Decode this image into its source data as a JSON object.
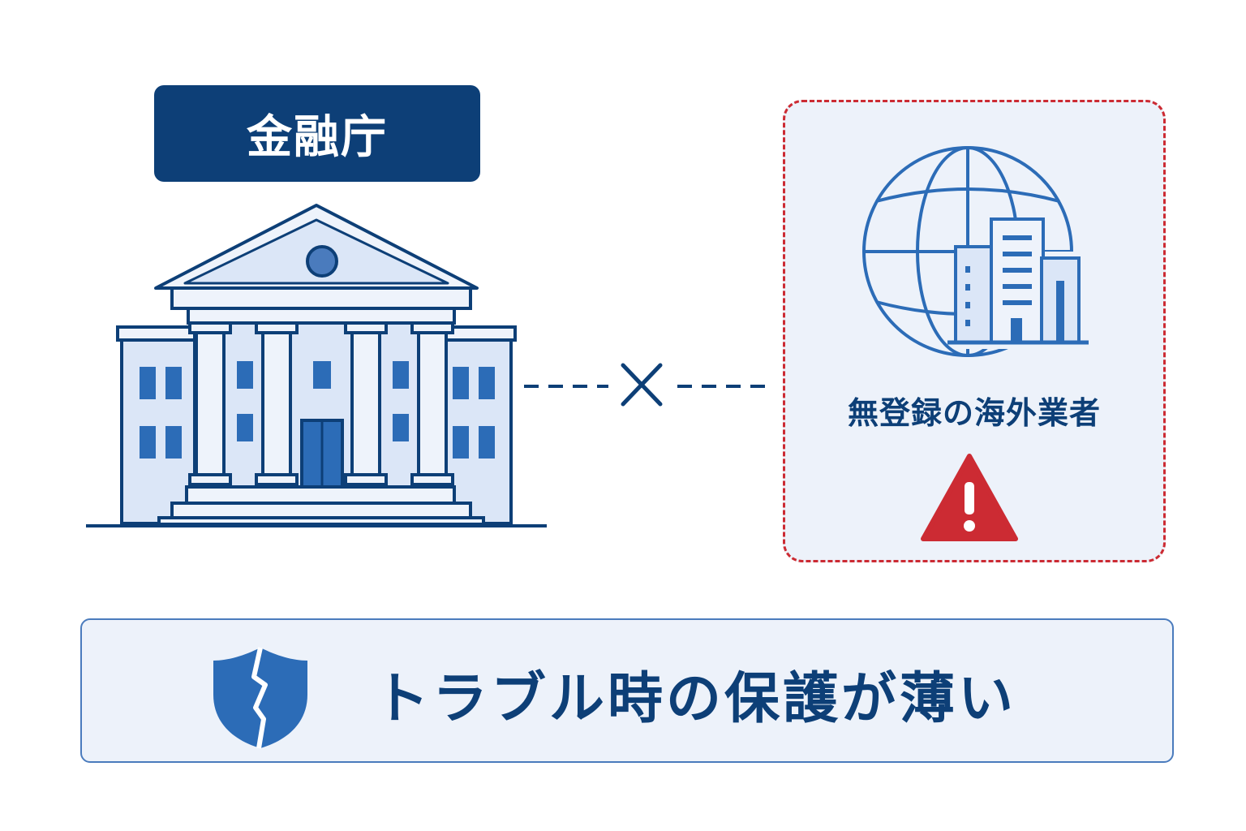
{
  "left_entity": {
    "label": "金融庁",
    "icon": "government-building-icon"
  },
  "connector": {
    "icon": "cross-icon",
    "style": "dashed"
  },
  "right_entity": {
    "label": "無登録の海外業者",
    "icon": "globe-buildings-icon",
    "warning_icon": "warning-triangle-icon"
  },
  "footer": {
    "text": "トラブル時の保護が薄い",
    "icon": "broken-shield-icon"
  },
  "colors": {
    "navy": "#0d3f77",
    "blue": "#2c6cb7",
    "light_blue": "#dbe6f7",
    "red": "#cc2b33",
    "panel_bg": "#edf2fa"
  }
}
